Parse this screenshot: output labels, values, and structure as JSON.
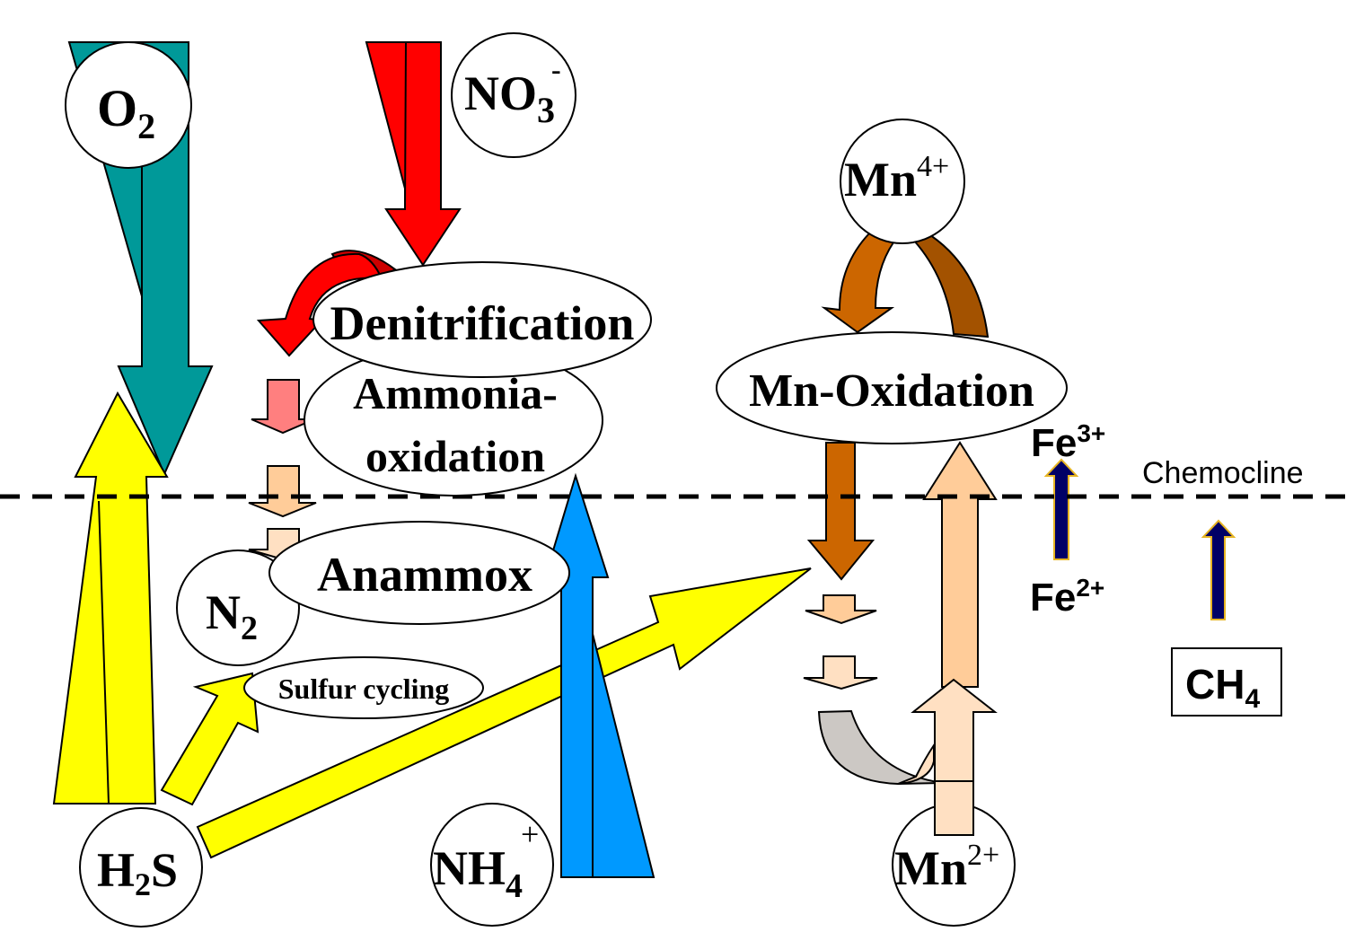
{
  "diagram": {
    "boundary": {
      "label": "Chemocline",
      "style": "dashed"
    },
    "species": {
      "o2": {
        "main": "O",
        "sub": "2"
      },
      "no3": {
        "main": "NO",
        "sub": "3",
        "sup": "-"
      },
      "mn4": {
        "main": "Mn",
        "sup": "4+"
      },
      "n2": {
        "main": "N",
        "sub": "2"
      },
      "h2s": {
        "main": "H",
        "sub": "2",
        "tail": "S"
      },
      "nh4": {
        "main": "NH",
        "sub": "4",
        "sup": "+"
      },
      "mn2": {
        "main": "Mn",
        "sup": "2+"
      },
      "fe3": {
        "main": "Fe",
        "sup": "3+"
      },
      "fe2": {
        "main": "Fe",
        "sup": "2+"
      },
      "ch4": {
        "main": "CH",
        "sub": "4"
      }
    },
    "processes": {
      "denitrification": "Denitrification",
      "ammonia_oxidation_line1": "Ammonia-",
      "ammonia_oxidation_line2": "oxidation",
      "anammox": "Anammox",
      "sulfur_cycling": "Sulfur cycling",
      "mn_oxidation": "Mn-Oxidation"
    },
    "colors": {
      "oxygen": "#009999",
      "nitrate": "#ff0000",
      "nitrate_dark": "#cc0000",
      "sulfide": "#ffff00",
      "ammonium": "#0099ff",
      "mn_dark": "#cc6600",
      "mn_darker": "#a35200",
      "pink": "#ff7f7f",
      "peach": "#ffcc99",
      "light_peach": "#ffe0c2",
      "grey": "#ccc8c4",
      "navy": "#000066",
      "gold": "#e6b422"
    }
  }
}
